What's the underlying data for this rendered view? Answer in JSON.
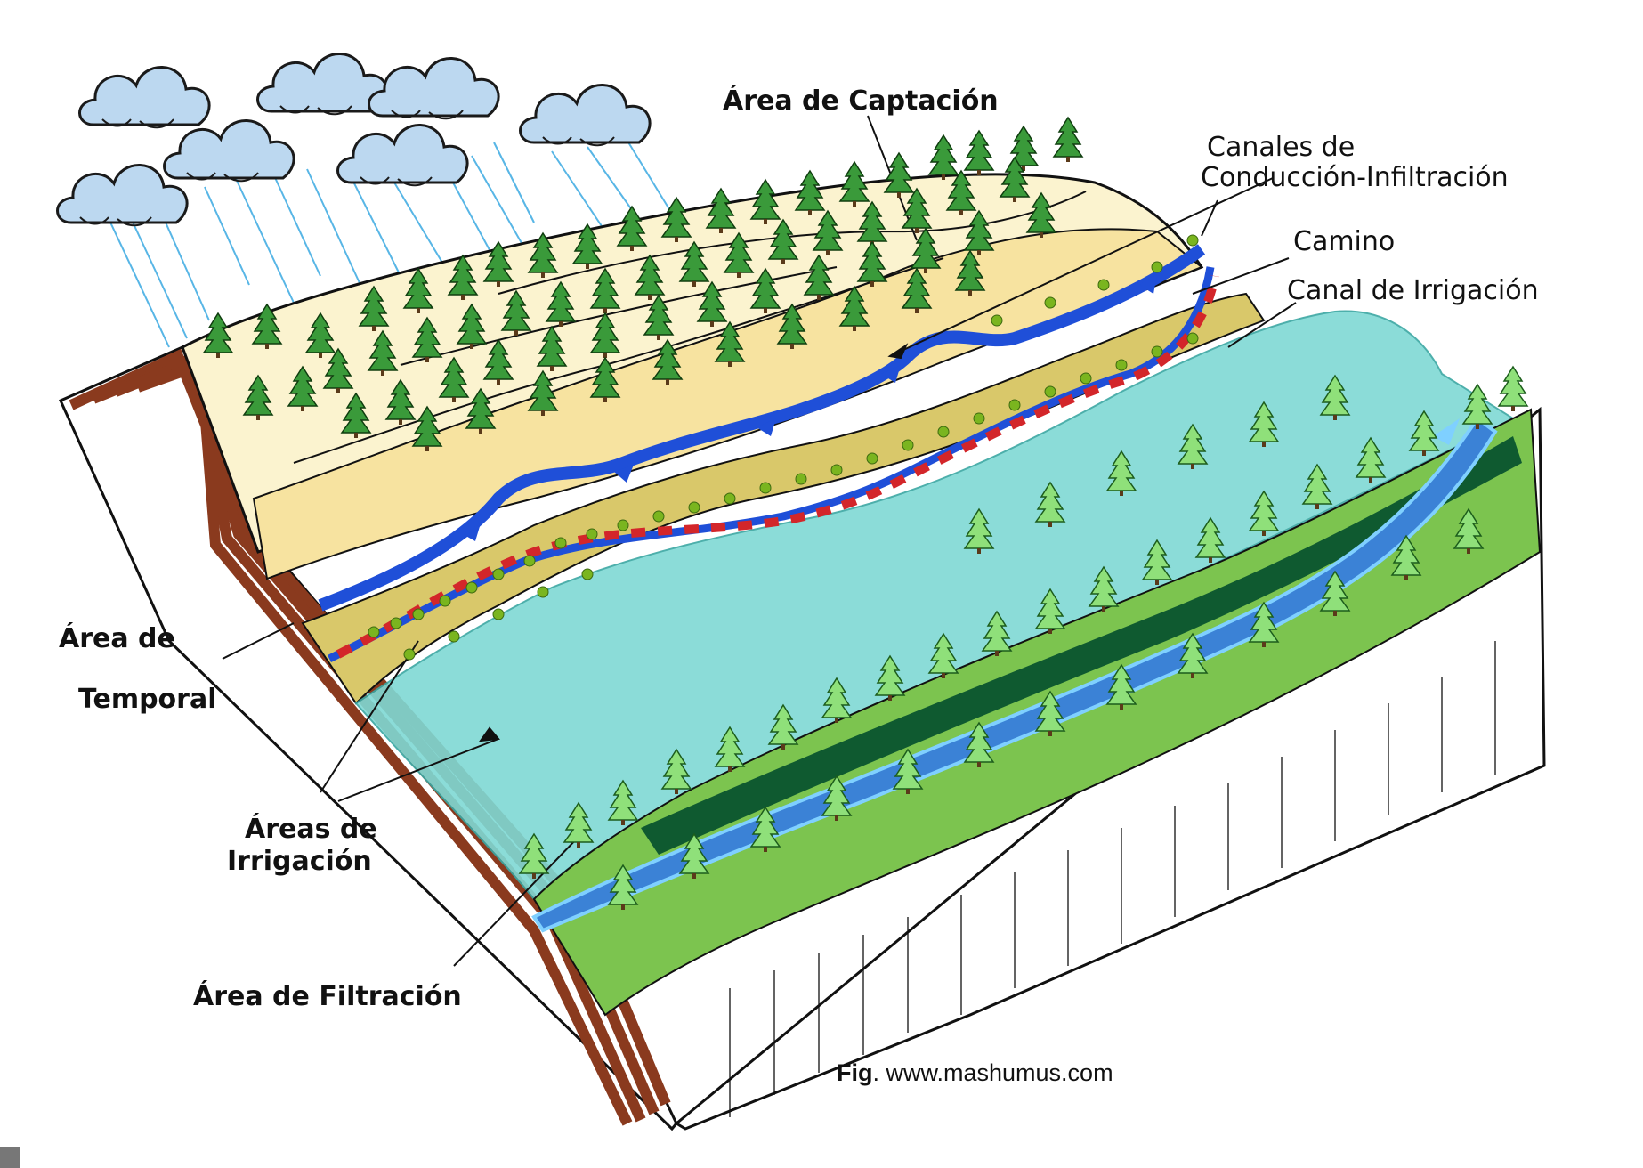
{
  "labels": {
    "captacion": "Área de Captación",
    "canales_line1": "Canales de",
    "canales_line2": "Conducción-Infiltración",
    "camino": "Camino",
    "canal_irrigacion": "Canal de Irrigación",
    "temporal_line1": "Área de",
    "temporal_line2": "Temporal",
    "irrigacion_line1": "Áreas de",
    "irrigacion_line2": "Irrigación",
    "filtracion": "Área de Filtración"
  },
  "credit": {
    "prefix": "Fig",
    "text": ". www.mashumus.com"
  },
  "icons": [
    "rain-cloud-icon",
    "pine-tree-icon",
    "flow-arrow-icon"
  ],
  "colors": {
    "captacion_zone": "#f7e9a6",
    "upper_zone": "#fbf3cf",
    "channel": "#1f4fd8",
    "irrigation_band": "#d9c86a",
    "infiltration_zone": "#7fd9d4",
    "river": "#3b82d6",
    "valley_grass": "#7cc44f",
    "soil_layer": "#8a3a1e",
    "tree": "#3a9a3a",
    "cloud": "#bcd8f0"
  }
}
